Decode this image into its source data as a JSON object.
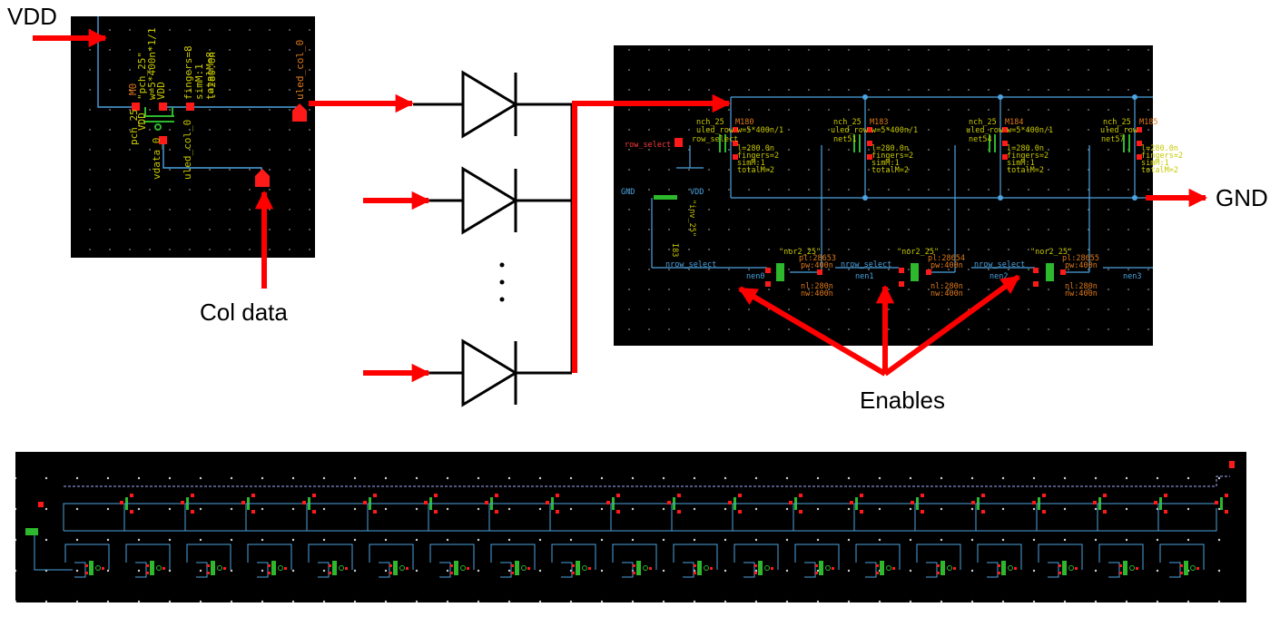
{
  "labels": {
    "vdd": "VDD",
    "gnd": "GND",
    "col_data": "Col data",
    "enables": "Enables"
  },
  "pixel_schematic": {
    "device": "M0",
    "model": "\"pch_25\"",
    "params": [
      "w=5*400n*1/1",
      "l=280.0n",
      "fingers=8",
      "simM:1",
      "totalM=8"
    ],
    "type": "pch_25",
    "pins": [
      "VDD",
      "VDD",
      "vdata_0",
      "uled_col_0"
    ],
    "output": "uled_col_0"
  },
  "row_schematic": {
    "input": "row_select",
    "gnd_pin": "GND",
    "vdd_pin": "VDD",
    "transistors": [
      {
        "name": "M180",
        "model": "nch_25",
        "gate": "uled_row",
        "net": "row_select",
        "l": "l=280.0n",
        "fingers": "fingers=2",
        "sim": "simM:1",
        "total": "totalM=2"
      },
      {
        "name": "M183",
        "model": "nch_25",
        "gate": "uled_row",
        "net": "net51",
        "l": "l=280.0n",
        "fingers": "fingers=2",
        "sim": "simM:1",
        "total": "totalM=2"
      },
      {
        "name": "M184",
        "model": "nch_25",
        "gate": "uled_row",
        "net": "net54",
        "l": "l=280.0n",
        "fingers": "fingers=2",
        "sim": "simM:1",
        "total": "totalM=2"
      },
      {
        "name": "M185",
        "model": "nch_25",
        "gate": "uled_row",
        "net": "net57",
        "l": "l=280.0n",
        "fingers": "fingers=2",
        "sim": "simM:1",
        "total": "totalM=2"
      }
    ],
    "width_param": "w=5*400n/1",
    "nor_gates": [
      {
        "model": "\"nor2_25\"",
        "id": "pl:28653",
        "pw": "pw:400n",
        "nl": "nl:280n",
        "nw": "nw:400n",
        "input": "nrow_select",
        "enable": "nen0"
      },
      {
        "model": "\"nor2_25\"",
        "id": "pl:28654",
        "pw": "pw:400n",
        "nl": "nl:280n",
        "nw": "nw:400n",
        "input": "nrow_select",
        "enable": "nen1"
      },
      {
        "model": "\"nor2_25\"",
        "id": "pl:28655",
        "pw": "pw:400n",
        "nl": "nl:280n",
        "nw": "nw:400n",
        "input": "nrow_select",
        "enable": "nen2"
      }
    ],
    "extra_enable": "nen3",
    "inverter": {
      "name": "I83",
      "model": "\"inv_25\""
    }
  },
  "colors": {
    "arrow": "#ff0000",
    "schematic_bg": "#000000",
    "wire": "#4ca3e0",
    "pin": "#ff1a1a",
    "device": "#2db82d",
    "label_orange": "#e07a1a",
    "label_yellow": "#c8c800"
  }
}
